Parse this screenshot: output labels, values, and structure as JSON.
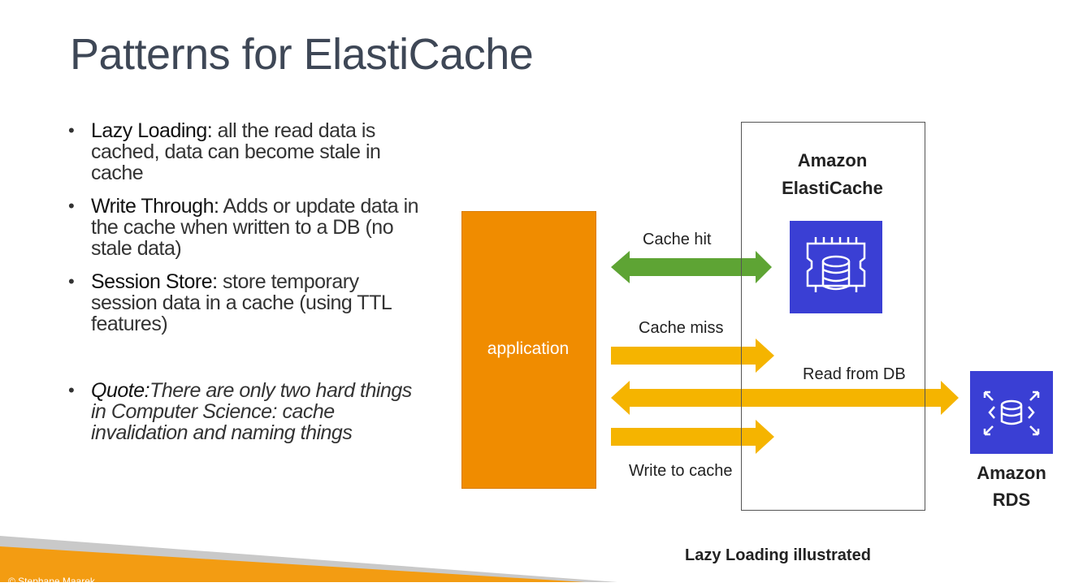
{
  "slide": {
    "title": "Patterns for ElastiCache",
    "bullets": [
      {
        "term": "Lazy Loading:",
        "rest": " all the read data is cached, data can become stale in cache"
      },
      {
        "term": "Write Through:",
        "rest": " Adds or update data in the cache when written to a DB (no stale data)"
      },
      {
        "term": "Session Store:",
        "rest": " store temporary session data in a cache (using TTL features)"
      },
      {
        "term": "Quote:",
        "rest": "There are only two hard things in Computer Science: cache invalidation and naming things"
      }
    ]
  },
  "diagram": {
    "application_label": "application",
    "elasticache_title_line1": "Amazon",
    "elasticache_title_line2": "ElastiCache",
    "rds_title_line1": "Amazon",
    "rds_title_line2": "RDS",
    "labels": {
      "cache_hit": "Cache hit",
      "cache_miss": "Cache miss",
      "read_from_db": "Read from DB",
      "write_to_cache": "Write to cache"
    },
    "caption": "Lazy Loading illustrated",
    "colors": {
      "application": "#f08c00",
      "cache_hit_arrow": "#5ea434",
      "data_arrow": "#f5b400",
      "aws_icon": "#3a3fd4",
      "footer_orange": "#f39c12",
      "footer_gray": "#c9c9c9"
    },
    "icons": [
      "elasticache-icon",
      "rds-icon"
    ]
  },
  "footer": {
    "text": "© Stephane Maarek"
  }
}
